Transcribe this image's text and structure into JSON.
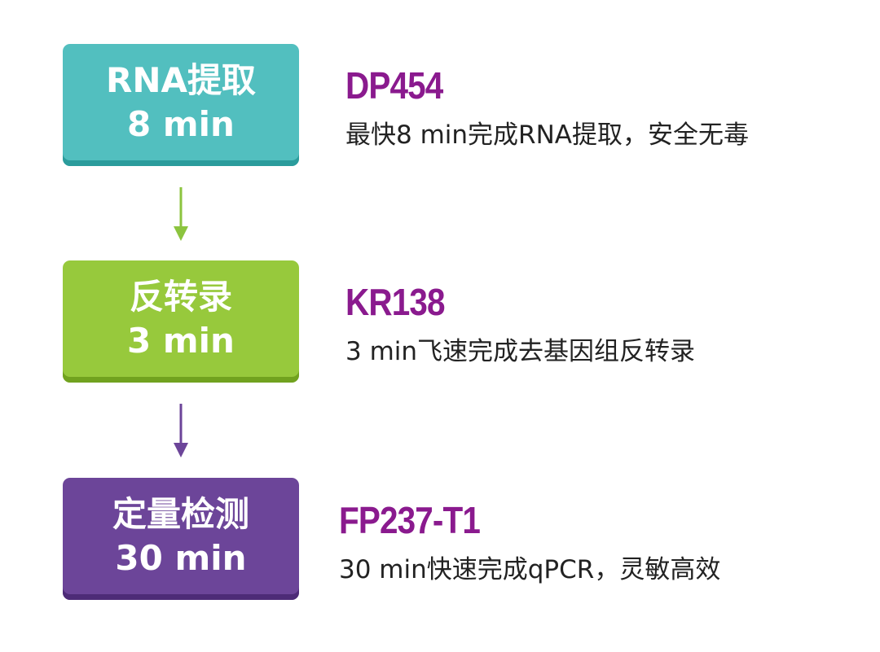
{
  "steps": [
    {
      "name": "RNA提取",
      "time": "8 min",
      "color": "#52bfbf",
      "product_code": "DP454",
      "description": "最快8 min完成RNA提取，安全无毒"
    },
    {
      "name": "反转录",
      "time": "3 min",
      "color": "#97c93c",
      "product_code": "KR138",
      "description": "3 min飞速完成去基因组反转录"
    },
    {
      "name": "定量检测",
      "time": "30 min",
      "color": "#6c4599",
      "product_code": "FP237-T1",
      "description": "30 min快速完成qPCR，灵敏高效"
    }
  ],
  "arrows": [
    {
      "color": "#8cc43f",
      "icon": "arrow-down-icon"
    },
    {
      "color": "#6c4599",
      "icon": "arrow-down-icon"
    }
  ],
  "product_code_color": "#8a1a8e"
}
